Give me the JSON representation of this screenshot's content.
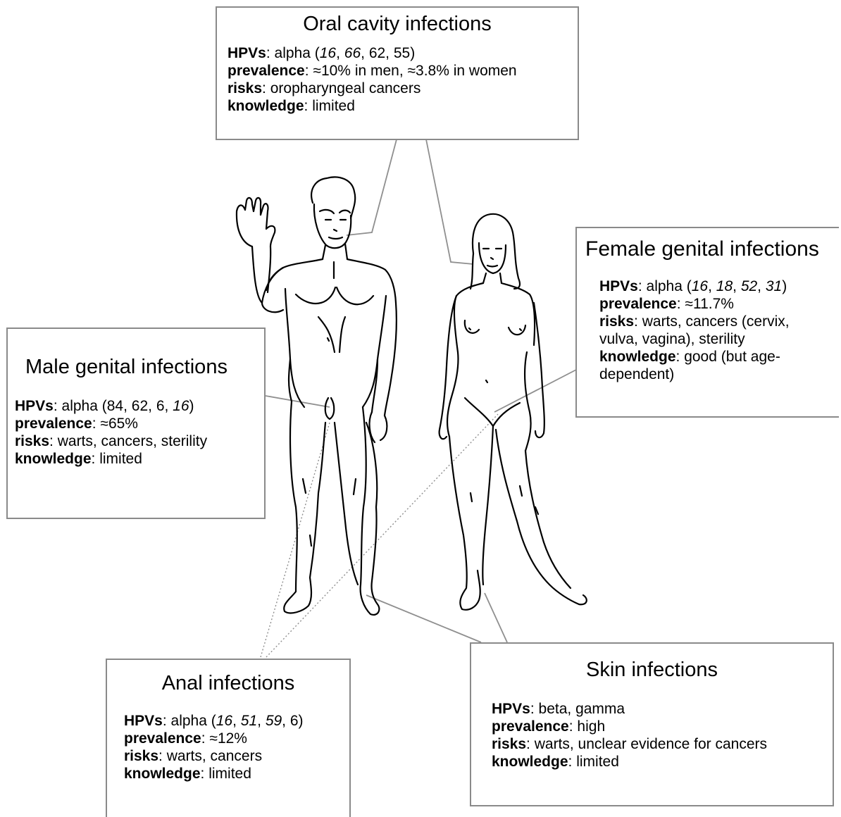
{
  "boxes": {
    "oral": {
      "title": "Oral cavity infections",
      "hpv_label": "HPVs",
      "hpv_value": "alpha (16, 66, 62, 55)",
      "prevalence_label": "prevalence",
      "prevalence_value": "≈10% in men, ≈3.8% in women",
      "risks_label": "risks",
      "risks_value": "oropharyngeal cancers",
      "knowledge_label": "knowledge",
      "knowledge_value": "limited"
    },
    "female": {
      "title": "Female genital infections",
      "hpv_label": "HPVs",
      "hpv_value": "alpha (16, 18, 52, 31)",
      "prevalence_label": "prevalence",
      "prevalence_value": "≈11.7%",
      "risks_label": "risks",
      "risks_value": "warts, cancers (cervix, vulva, vagina), sterility",
      "knowledge_label": "knowledge",
      "knowledge_value": "good (but age-dependent)"
    },
    "male": {
      "title": "Male genital infections",
      "hpv_label": "HPVs",
      "hpv_value": "alpha (84, 62, 6, 16)",
      "prevalence_label": "prevalence",
      "prevalence_value": "≈65%",
      "risks_label": "risks",
      "risks_value": "warts, cancers, sterility",
      "knowledge_label": "knowledge",
      "knowledge_value": "limited"
    },
    "anal": {
      "title": "Anal infections",
      "hpv_label": "HPVs",
      "hpv_value": "alpha (16, 51, 59, 6)",
      "prevalence_label": "prevalence",
      "prevalence_value": "≈12%",
      "risks_label": "risks",
      "risks_value": "warts, cancers",
      "knowledge_label": "knowledge",
      "knowledge_value": "limited"
    },
    "skin": {
      "title": "Skin infections",
      "hpv_label": "HPVs",
      "hpv_value": "beta, gamma",
      "prevalence_label": "prevalence",
      "prevalence_value": "high",
      "risks_label": "risks",
      "risks_value": "warts, unclear evidence for cancers",
      "knowledge_label": "knowledge",
      "knowledge_value": "limited"
    }
  }
}
